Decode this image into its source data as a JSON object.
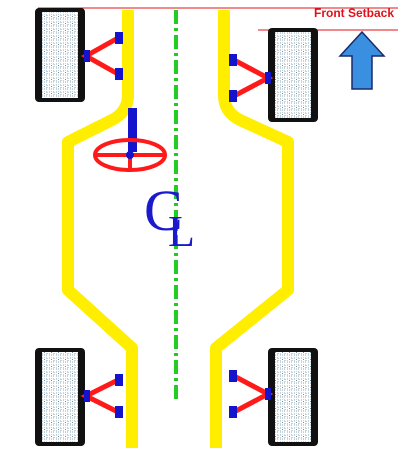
{
  "labels": {
    "front_setback": "Front Setback",
    "centerline_c": "C",
    "centerline_l": "L"
  },
  "colors": {
    "frame_rail": "#ffee00",
    "centerline": "#22cc22",
    "control_arm": "#ff1a1a",
    "arm_mount": "#1414cc",
    "steering_wheel": "#ff1a1a",
    "steering_column": "#1414cc",
    "cl_text": "#1a1acc",
    "guide_line": "#e0101a",
    "direction_arrow_fill": "#3a8fe0",
    "direction_arrow_stroke": "#1a2a6a",
    "tire": "#111111",
    "tread": "#6d8ea0"
  },
  "icons": {
    "direction_arrow": "arrow-up-icon",
    "steering_wheel": "steering-wheel-icon",
    "tire": "tire-icon"
  }
}
